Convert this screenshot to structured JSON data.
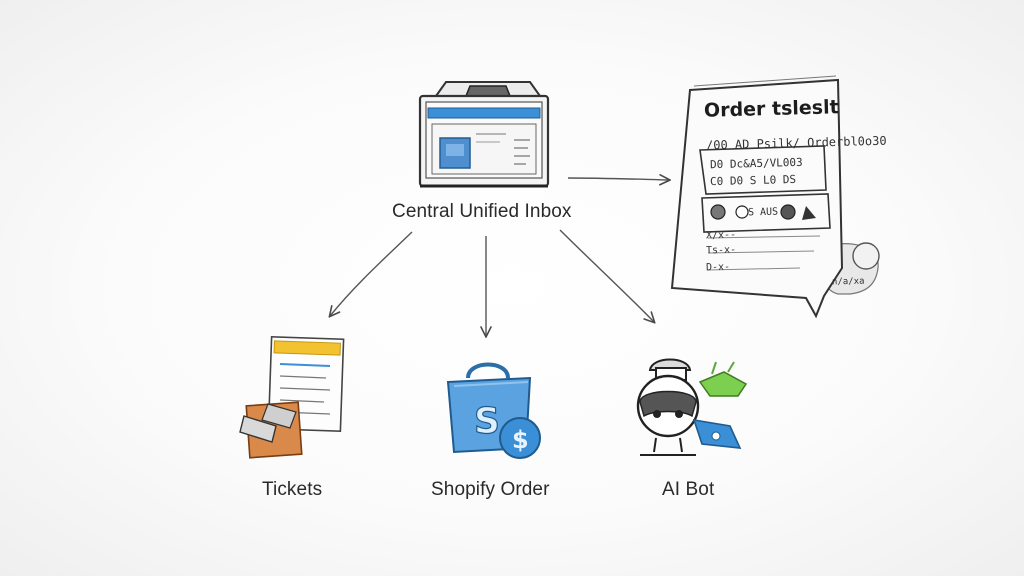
{
  "diagram": {
    "hub": {
      "label": "Central Unified Inbox",
      "icon": "inbox-window-icon"
    },
    "document": {
      "title": "Order tsleslt",
      "lines": [
        "/00 AD Psilk/ Orderbl0o30",
        "D0 Dc&A5/VL003",
        "C0 D0 S L0 DS",
        "S AUS",
        "X/x--",
        "Ts-x-",
        "D-x-",
        "n/a/xa"
      ],
      "icon": "order-receipt-icon"
    },
    "nodes": [
      {
        "label": "Tickets",
        "icon": "ticket-stack-icon"
      },
      {
        "label": "Shopify Order",
        "icon": "shopify-bag-icon"
      },
      {
        "label": "AI Bot",
        "icon": "robot-avatar-icon"
      }
    ],
    "colors": {
      "accent_blue": "#3a8fd6",
      "ticket_orange": "#d98a4a",
      "ticket_yellow": "#f2c230",
      "bot_green": "#7ccf4f",
      "sketch_ink": "#3b3b3b"
    }
  }
}
